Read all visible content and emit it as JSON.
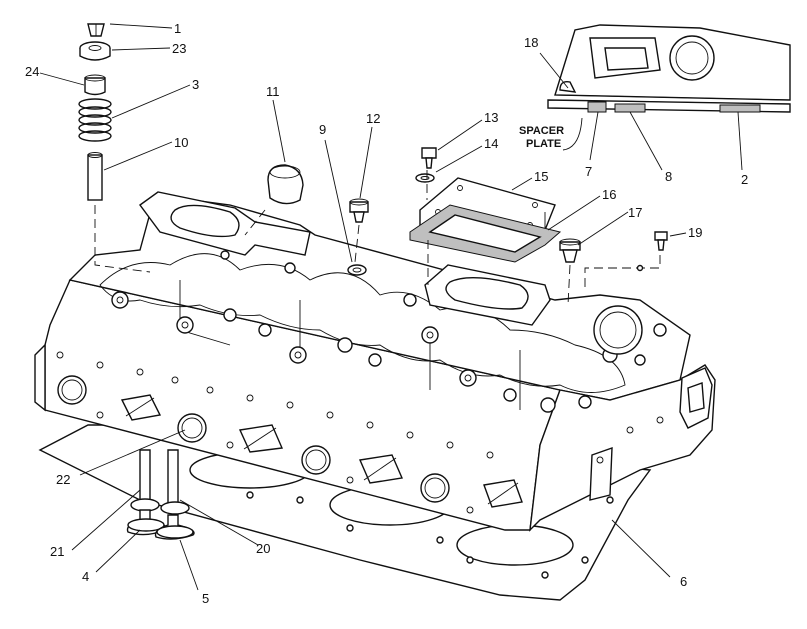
{
  "diagram": {
    "callouts": [
      "1",
      "23",
      "24",
      "3",
      "10",
      "11",
      "9",
      "12",
      "13",
      "14",
      "15",
      "16",
      "17",
      "19",
      "18",
      "7",
      "8",
      "2",
      "22",
      "21",
      "4",
      "5",
      "20",
      "6"
    ],
    "spacer_plate_label": [
      "SPACER",
      "PLATE"
    ]
  },
  "colors": {
    "ink": "#111111",
    "paper": "#ffffff",
    "gasket": "#bfbfbf"
  }
}
